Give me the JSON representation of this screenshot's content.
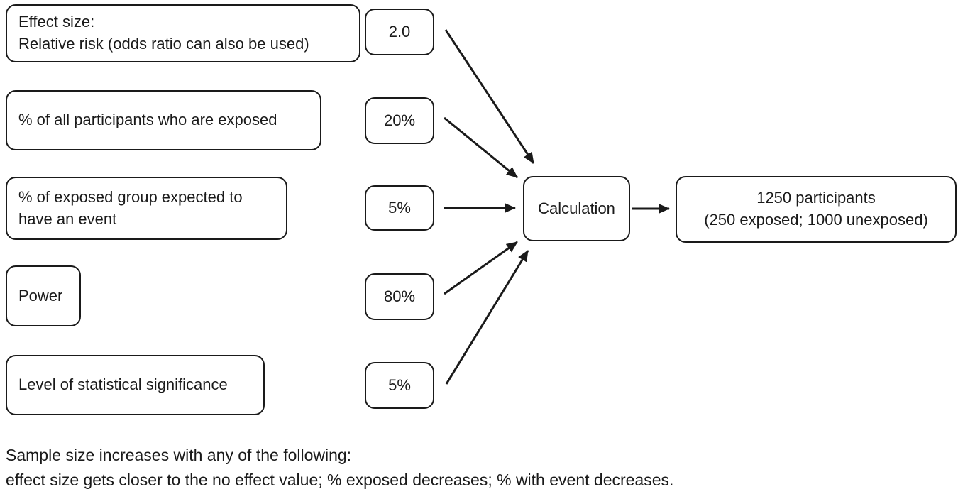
{
  "diagram": {
    "inputs": [
      {
        "label": "Effect size:\nRelative risk (odds ratio can also be used)",
        "value": "2.0"
      },
      {
        "label": "% of all participants who are exposed",
        "value": "20%"
      },
      {
        "label": "% of exposed group expected to\nhave an event",
        "value": "5%"
      },
      {
        "label": "Power",
        "value": "80%"
      },
      {
        "label": "Level of statistical significance",
        "value": "5%"
      }
    ],
    "calculation_label": "Calculation",
    "result": "1250 participants\n(250 exposed; 1000 unexposed)",
    "footnote_line1": "Sample size increases with any of the following:",
    "footnote_line2": "effect size gets closer to the no effect value; % exposed decreases; % with event decreases.",
    "colors": {
      "line": "#1a1a1a",
      "background": "#ffffff"
    }
  }
}
